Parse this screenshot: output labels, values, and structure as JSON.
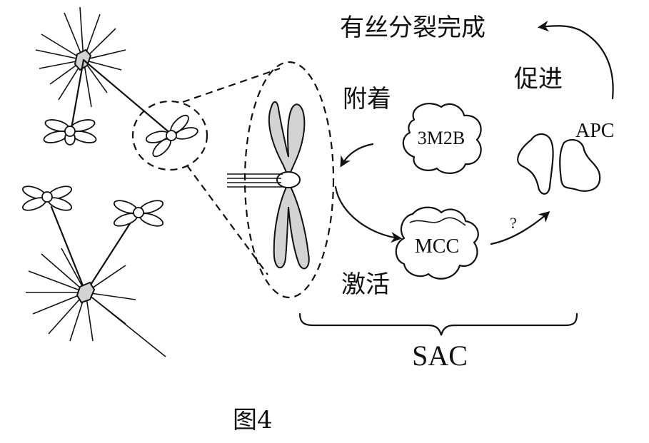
{
  "labels": {
    "mitosis_complete": "有丝分裂完成",
    "promote": "促进",
    "attach": "附着",
    "activate": "激活",
    "question": "?",
    "m3m2b": "3M2B",
    "mcc": "MCC",
    "apc": "APC",
    "sac": "SAC",
    "figure": "图4"
  },
  "colors": {
    "line": "#111111",
    "chromosome_fill": "#d3d3d3",
    "background": "#ffffff"
  }
}
